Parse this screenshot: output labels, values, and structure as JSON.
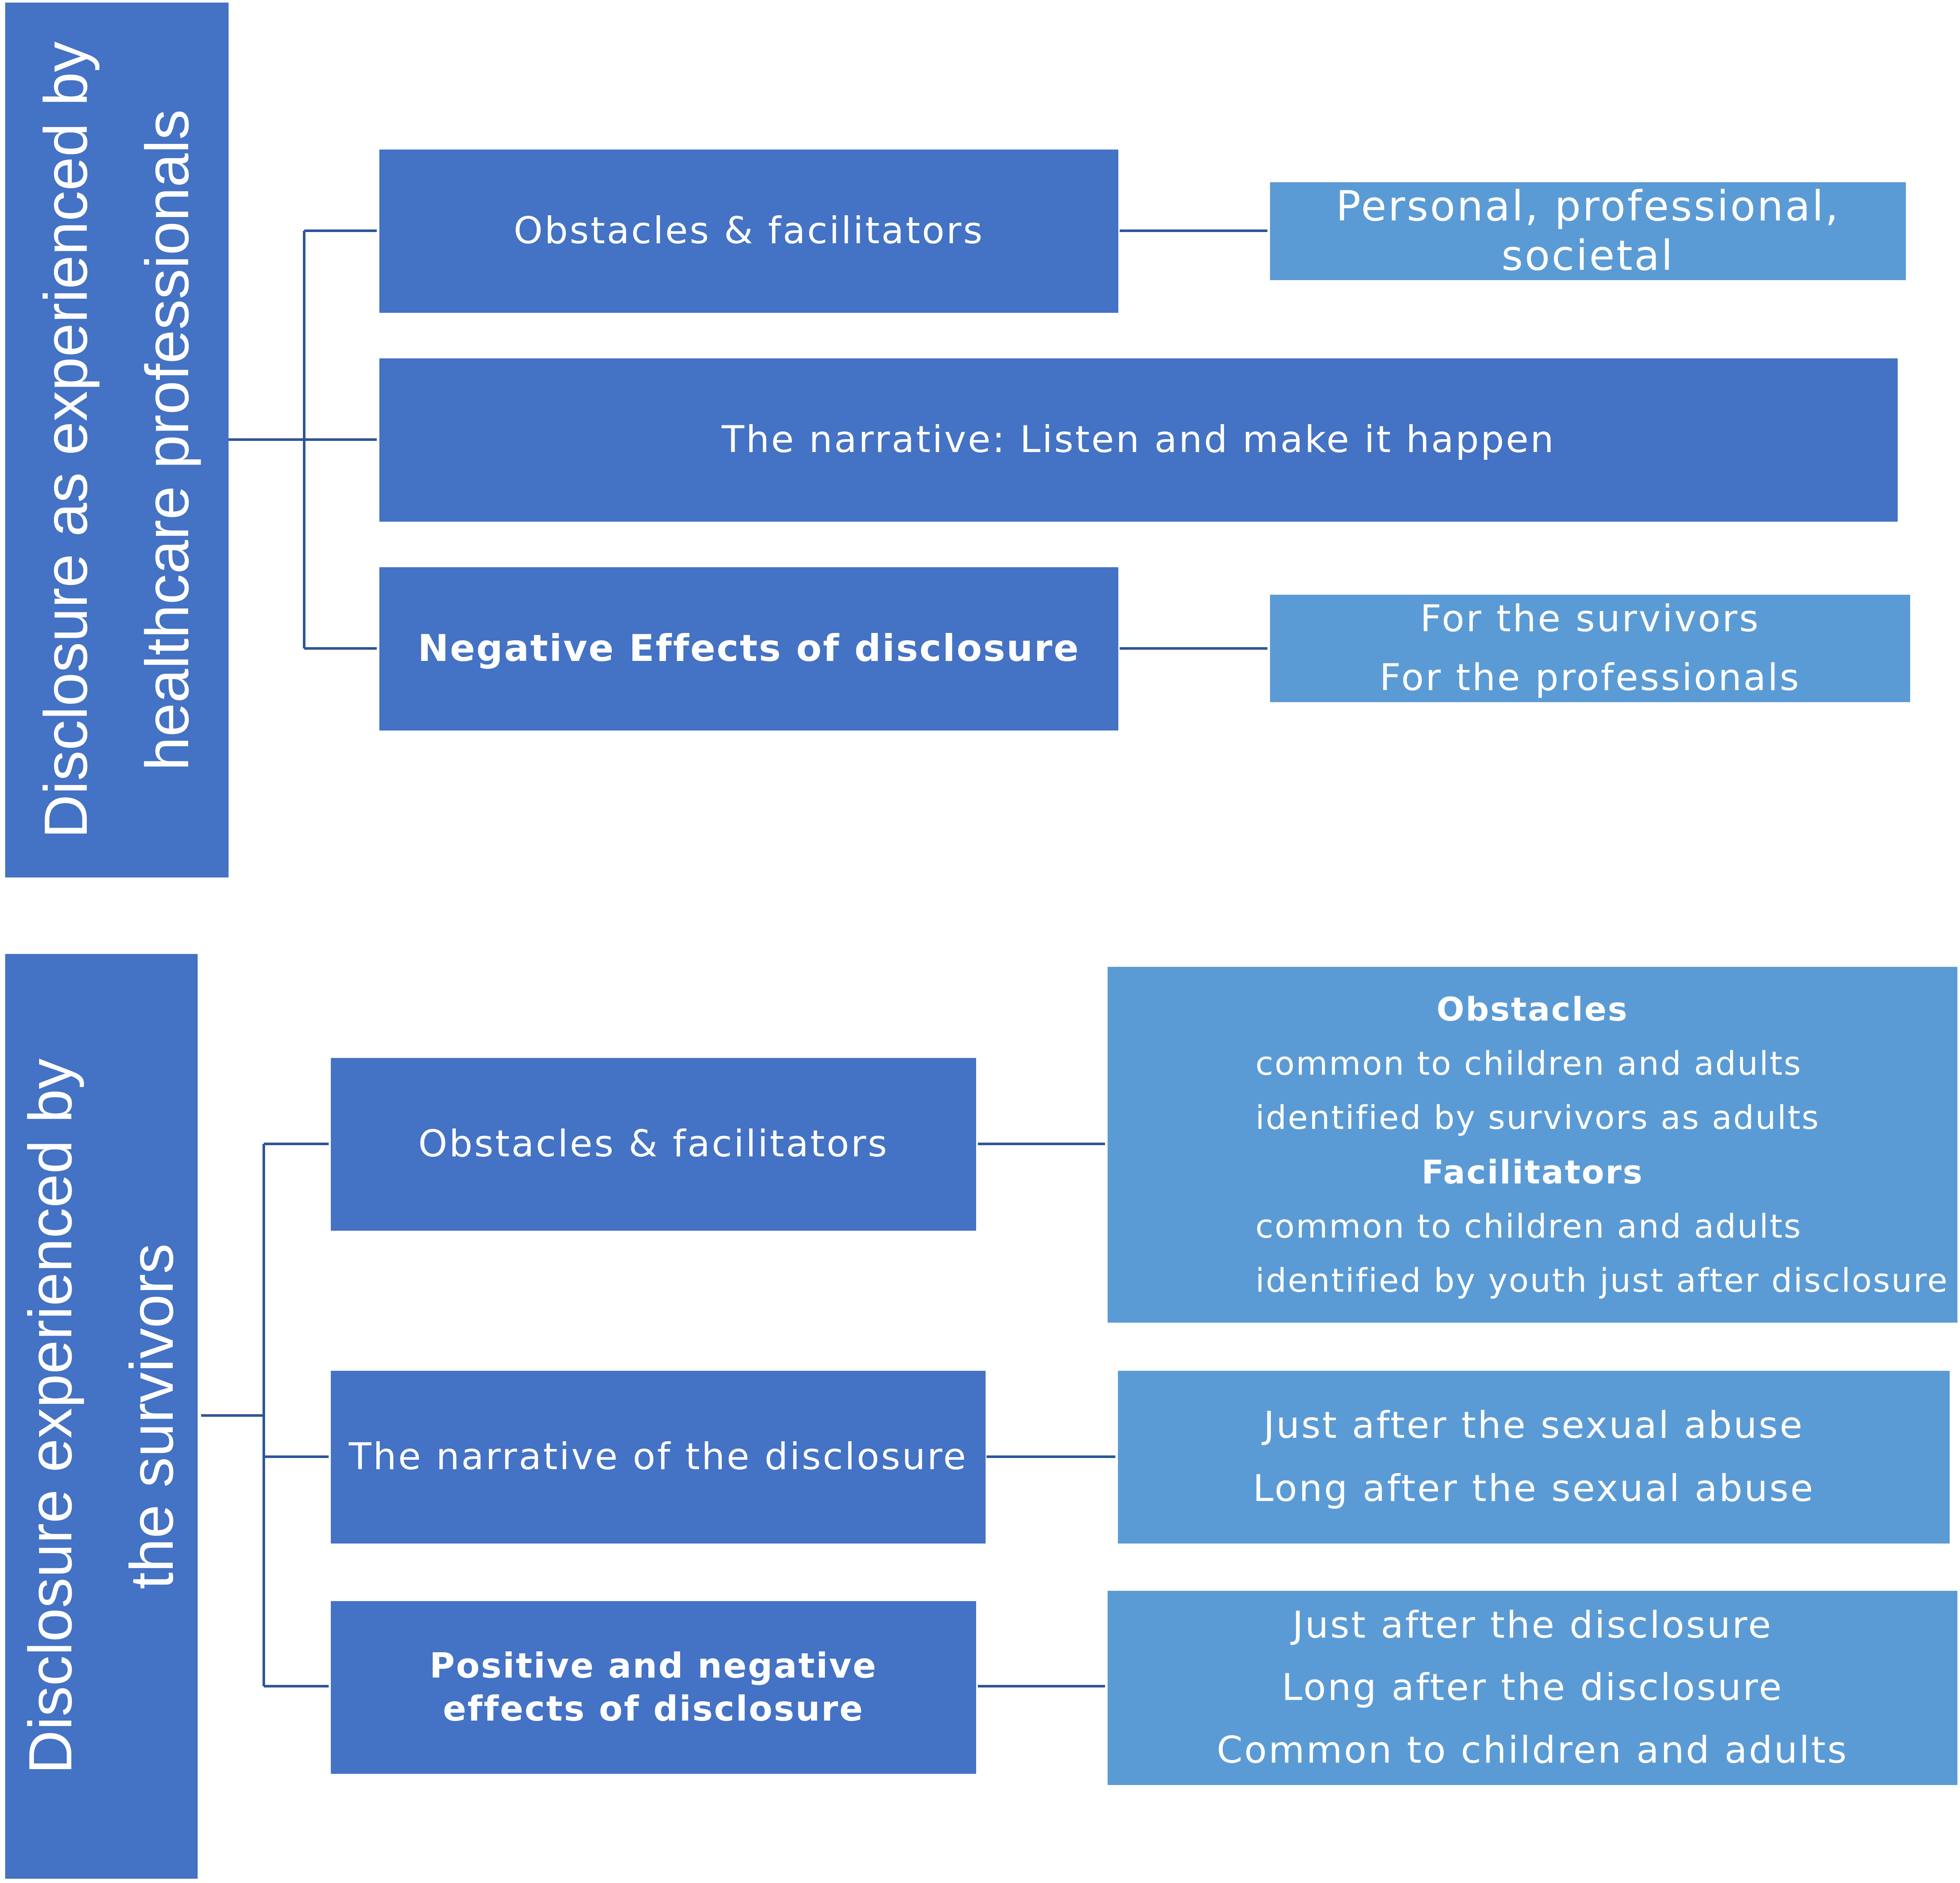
{
  "top": {
    "side_title_line1": "Disclosure as experienced by",
    "side_title_line2": "healthcare professionals",
    "node1": "Obstacles & facilitators",
    "node1_detail": "Personal, professional, societal",
    "node2": "The narrative: Listen and make it happen",
    "node3": "Negative Effects of disclosure",
    "node3_detail": [
      "For the survivors",
      "For the professionals"
    ]
  },
  "bottom": {
    "side_title_line1": "Disclosure experienced by",
    "side_title_line2": "the survivors",
    "node1": "Obstacles & facilitators",
    "node1_detail": {
      "obstacles_heading": "Obstacles",
      "obstacles_items": [
        "common to children and adults",
        "identified by survivors as adults"
      ],
      "facilitators_heading": "Facilitators",
      "facilitators_items": [
        "common to children and adults",
        "identified by youth just after disclosure"
      ]
    },
    "node2": "The narrative of the disclosure",
    "node2_detail": [
      "Just after the sexual abuse",
      "Long after the sexual abuse"
    ],
    "node3": "Positive and negative effects of disclosure",
    "node3_detail": [
      "Just after the disclosure",
      "Long after the disclosure",
      "Common to children and adults"
    ]
  },
  "colors": {
    "primary": "#4472c4",
    "secondary": "#5b9bd5",
    "connector": "#2f5597"
  }
}
